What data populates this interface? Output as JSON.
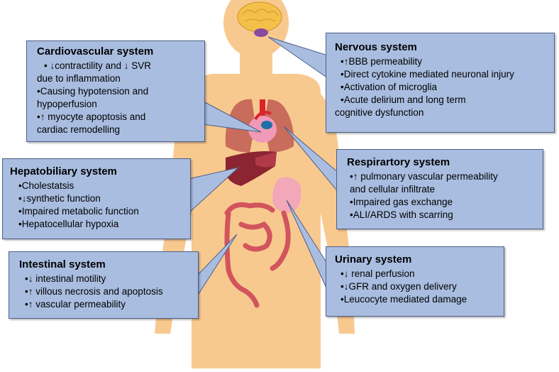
{
  "colors": {
    "background": "#ffffff",
    "box_fill": "#a9bde0",
    "box_border": "#4f5f86",
    "body_skin": "#f8c98f",
    "connector": "#4f5f86"
  },
  "organs": [
    "brain-icon",
    "lungs-icon",
    "heart-icon",
    "liver-icon",
    "stomach-icon",
    "intestines-icon"
  ],
  "systems": {
    "cardiovascular": {
      "title": "Cardiovascular system",
      "items": [
        "• ↓contractility and ↓ SVR",
        "due to inflammation",
        "•Causing hypotension and",
        "hypoperfusion",
        "•↑ myocyte apoptosis and",
        "cardiac remodelling"
      ]
    },
    "nervous": {
      "title": "Nervous system",
      "items": [
        "•↑BBB permeability",
        "•Direct cytokine mediated neuronal injury",
        "•Activation of microglia",
        "•Acute delirium and long term",
        "cognitive dysfunction"
      ]
    },
    "hepatobiliary": {
      "title": "Hepatobiliary system",
      "items": [
        "•Cholestatsis",
        "•↓synthetic function",
        "•Impaired metabolic function",
        "•Hepatocellular hypoxia"
      ]
    },
    "respiratory": {
      "title": "Respirartory system",
      "items": [
        "•↑ pulmonary vascular permeability",
        "and cellular infiltrate",
        "•Impaired gas exchange",
        "•ALI/ARDS with scarring"
      ]
    },
    "intestinal": {
      "title": "Intestinal system",
      "items": [
        "•↓ intestinal motility",
        "•↑ villous necrosis and apoptosis",
        "•↑ vascular permeability"
      ]
    },
    "urinary": {
      "title": "Urinary system",
      "items": [
        "•↓ renal perfusion",
        "•↓GFR and oxygen delivery",
        "•Leucocyte mediated damage"
      ]
    }
  }
}
